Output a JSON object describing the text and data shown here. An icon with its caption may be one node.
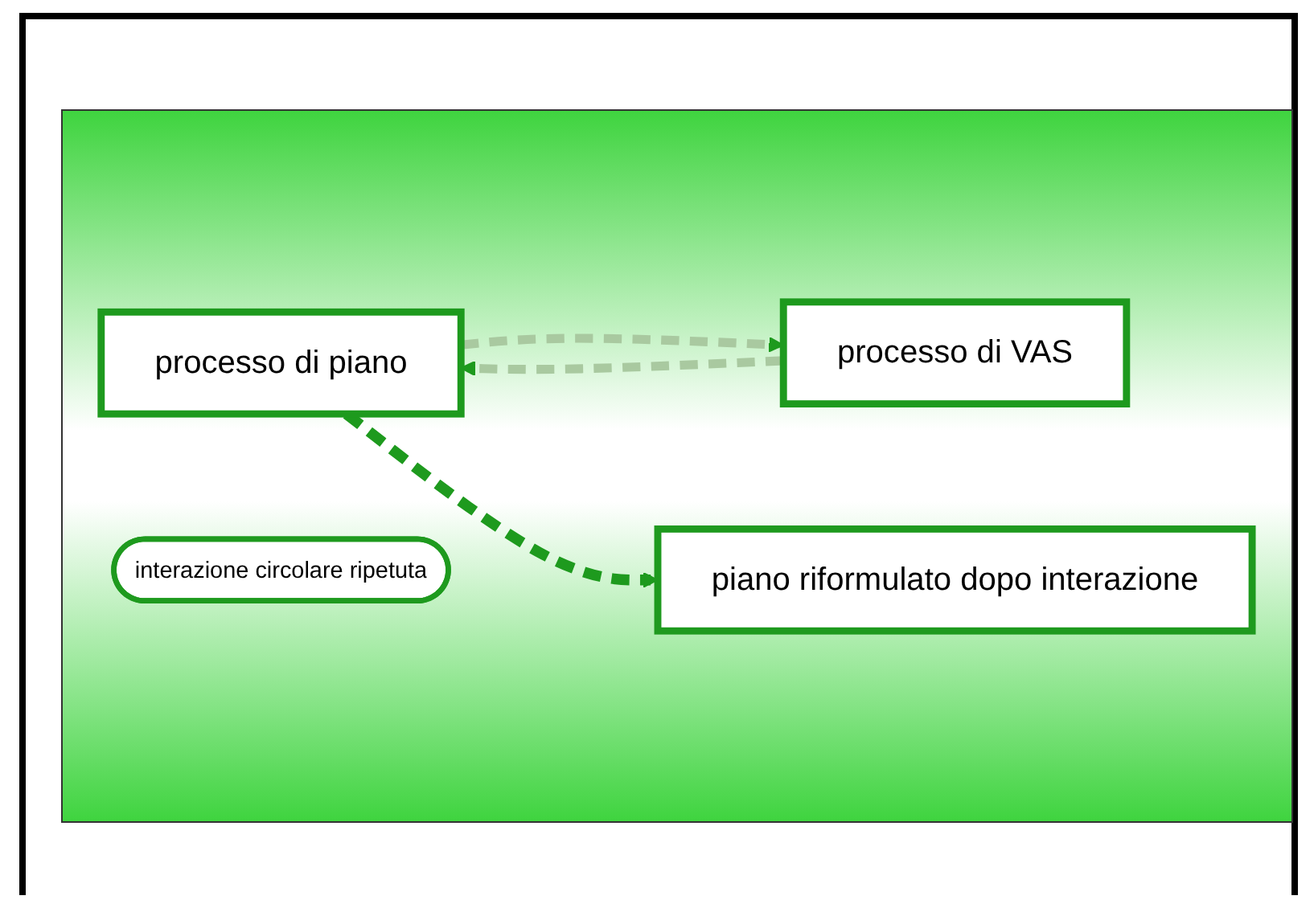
{
  "diagram": {
    "nodes": [
      {
        "text": [
          "processo di piano"
        ]
      },
      {
        "text": [
          "piano riformulato dopo interazione"
        ]
      },
      {
        "text": [
          "processo di VAS"
        ]
      },
      {
        "text": [
          "interazione circolare ripetuta"
        ]
      }
    ],
    "edges": [
      {
        "from": 0,
        "to": 2,
        "arrow": "to",
        "style": "dashed"
      },
      {
        "from": 2,
        "to": 0,
        "arrow": "to",
        "style": "dashed"
      },
      {
        "from": 0,
        "to": 1,
        "arrow": "to",
        "style": "dashed",
        "color": "#1e9a1e"
      }
    ]
  }
}
